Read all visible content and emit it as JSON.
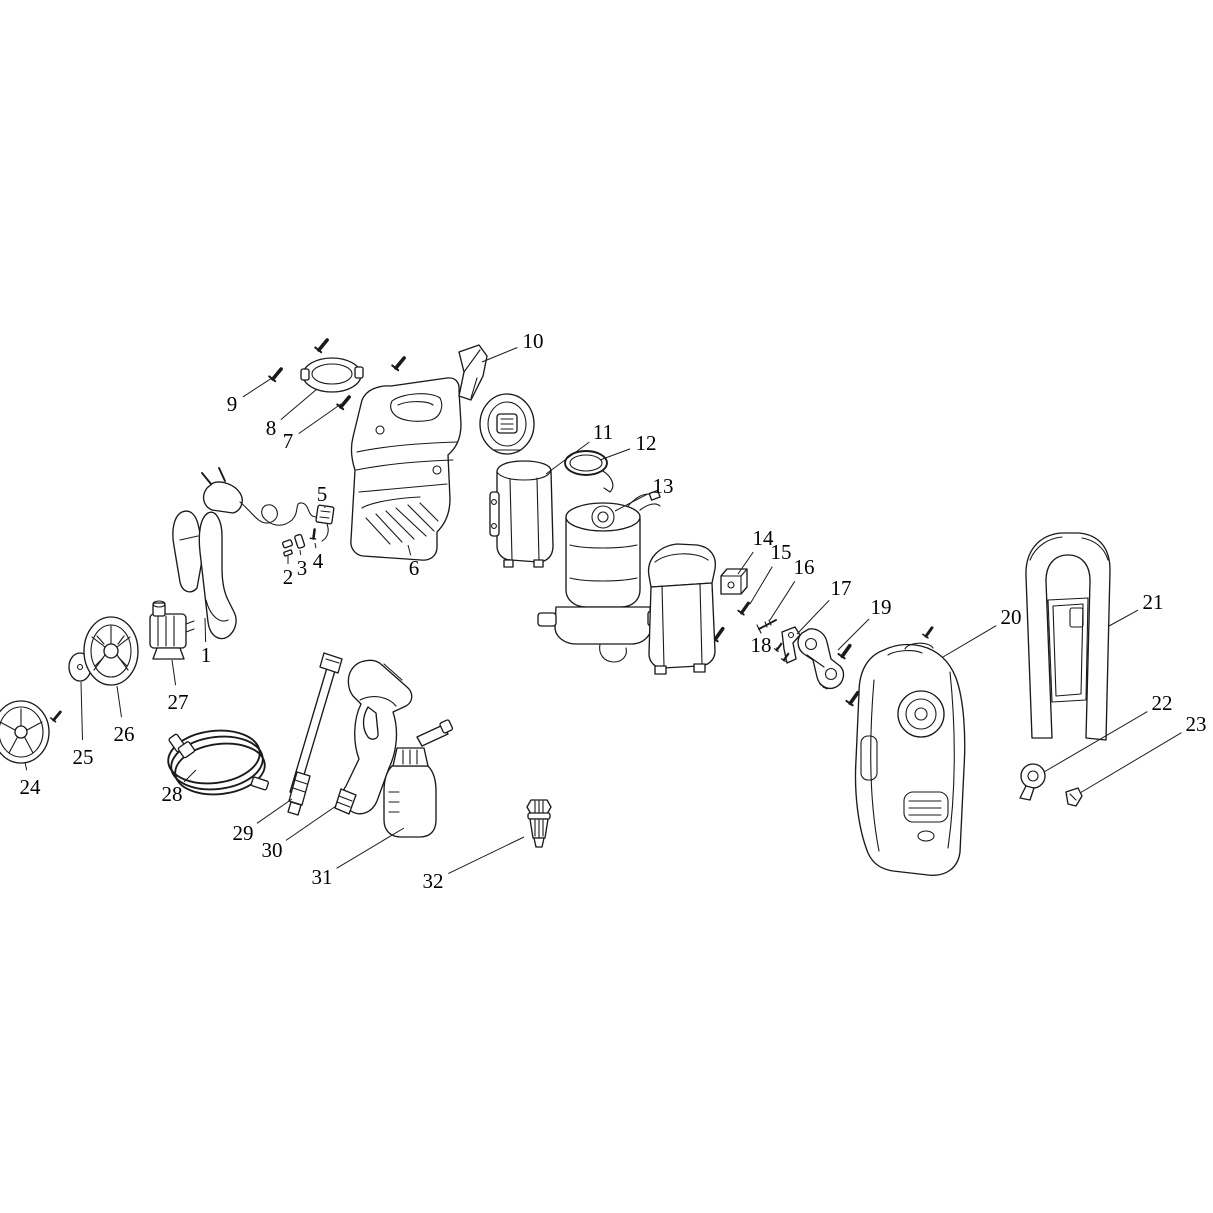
{
  "page": {
    "background_color": "#ffffff",
    "description": "Exploded-view spare parts line diagram of a pressure washer with numbered callouts 1 to 32"
  },
  "diagram": {
    "line_color": "#1a1a1a",
    "label_color": "#000000",
    "label_font_size": 21,
    "parts": [
      {
        "number": "1",
        "label": [
          206,
          655
        ],
        "target": [
          205,
          618
        ]
      },
      {
        "number": "2",
        "label": [
          288,
          577
        ],
        "target": [
          288,
          556
        ]
      },
      {
        "number": "3",
        "label": [
          302,
          568
        ],
        "target": [
          300,
          550
        ]
      },
      {
        "number": "4",
        "label": [
          318,
          561
        ],
        "target": [
          315,
          543
        ]
      },
      {
        "number": "5",
        "label": [
          322,
          494
        ],
        "target": [
          325,
          508
        ]
      },
      {
        "number": "6",
        "label": [
          414,
          568
        ],
        "target": [
          408,
          545
        ]
      },
      {
        "number": "7",
        "label": [
          288,
          441
        ],
        "target": [
          341,
          404
        ]
      },
      {
        "number": "8",
        "label": [
          271,
          428
        ],
        "target": [
          317,
          389
        ]
      },
      {
        "number": "9",
        "label": [
          232,
          404
        ],
        "target": [
          272,
          378
        ]
      },
      {
        "number": "10",
        "label": [
          533,
          341
        ],
        "target": [
          482,
          362
        ]
      },
      {
        "number": "11",
        "label": [
          603,
          432
        ],
        "target": [
          546,
          474
        ]
      },
      {
        "number": "12",
        "label": [
          646,
          443
        ],
        "target": [
          600,
          460
        ]
      },
      {
        "number": "13",
        "label": [
          663,
          486
        ],
        "target": [
          615,
          511
        ]
      },
      {
        "number": "14",
        "label": [
          763,
          538
        ],
        "target": [
          738,
          574
        ]
      },
      {
        "number": "15",
        "label": [
          781,
          552
        ],
        "target": [
          750,
          604
        ]
      },
      {
        "number": "16",
        "label": [
          804,
          567
        ],
        "target": [
          770,
          620
        ]
      },
      {
        "number": "17",
        "label": [
          841,
          588
        ],
        "target": [
          797,
          634
        ]
      },
      {
        "number": "18",
        "label": [
          761,
          645
        ],
        "target": [
          776,
          648
        ]
      },
      {
        "number": "19",
        "label": [
          881,
          607
        ],
        "target": [
          838,
          650
        ]
      },
      {
        "number": "20",
        "label": [
          1011,
          617
        ],
        "target": [
          943,
          657
        ]
      },
      {
        "number": "21",
        "label": [
          1153,
          602
        ],
        "target": [
          1109,
          626
        ]
      },
      {
        "number": "22",
        "label": [
          1162,
          703
        ],
        "target": [
          1044,
          772
        ]
      },
      {
        "number": "23",
        "label": [
          1196,
          724
        ],
        "target": [
          1080,
          793
        ]
      },
      {
        "number": "24",
        "label": [
          30,
          787
        ],
        "target": [
          25,
          762
        ]
      },
      {
        "number": "25",
        "label": [
          83,
          757
        ],
        "target": [
          81,
          682
        ]
      },
      {
        "number": "26",
        "label": [
          124,
          734
        ],
        "target": [
          117,
          686
        ]
      },
      {
        "number": "27",
        "label": [
          178,
          702
        ],
        "target": [
          172,
          660
        ]
      },
      {
        "number": "28",
        "label": [
          172,
          794
        ],
        "target": [
          196,
          770
        ]
      },
      {
        "number": "29",
        "label": [
          243,
          833
        ],
        "target": [
          292,
          799
        ]
      },
      {
        "number": "30",
        "label": [
          272,
          850
        ],
        "target": [
          336,
          806
        ]
      },
      {
        "number": "31",
        "label": [
          322,
          877
        ],
        "target": [
          404,
          828
        ]
      },
      {
        "number": "32",
        "label": [
          433,
          881
        ],
        "target": [
          524,
          837
        ]
      }
    ]
  }
}
